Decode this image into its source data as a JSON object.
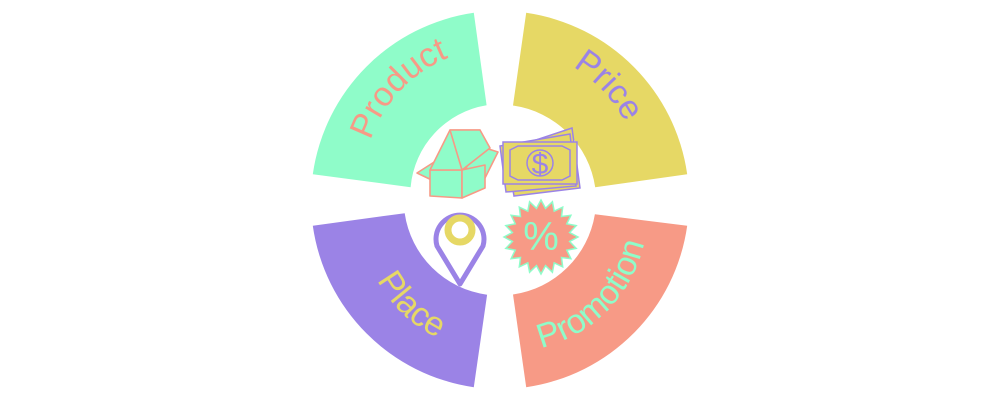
{
  "segments": {
    "product": {
      "label": "Product",
      "fill": "#8ffcc9",
      "text_color": "#f79a86"
    },
    "price": {
      "label": "Price",
      "fill": "#e6d865",
      "text_color": "#9b83e6"
    },
    "place": {
      "label": "Place",
      "fill": "#9b83e6",
      "text_color": "#e6d865"
    },
    "promotion": {
      "label": "Promotion",
      "fill": "#f79a86",
      "text_color": "#8ffcc9"
    }
  },
  "icons": {
    "product": {
      "name": "open-box-icon"
    },
    "price": {
      "name": "money-bill-icon",
      "symbol": "$"
    },
    "place": {
      "name": "location-pin-icon"
    },
    "promotion": {
      "name": "discount-badge-icon",
      "symbol": "%"
    }
  }
}
